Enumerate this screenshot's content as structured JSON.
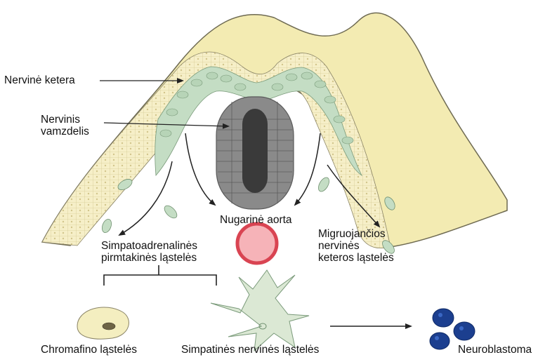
{
  "labels": {
    "neural_crest": "Nervinė ketera",
    "neural_tube": "Nervinis\nvamzdelis",
    "dorsal_aorta": "Nugarinė aorta",
    "migrating_cells": "Migruojančios\nnervinės\nketeros ląstelės",
    "sympathoadrenal": "Simpatoadrenalinės\npirmtakinės ląstelės",
    "chromaffin": "Chromafino ląstelės",
    "sympathetic_neurons": "Simpatinės nervinės ląstelės",
    "neuroblastoma": "Neuroblastoma"
  },
  "colors": {
    "ectoderm": "#f3ebb2",
    "ectoderm_outline": "#6e6a52",
    "cell_layer": "#f6efc8",
    "neural_crest_cells": "#c4ddc4",
    "neural_tube": "#8a8a8a",
    "neural_tube_lumen": "#3a3a3a",
    "aorta_fill": "#f6b3b8",
    "aorta_ring": "#d94452",
    "neuroblastoma": "#1c3f8f",
    "arrow": "#222222"
  }
}
